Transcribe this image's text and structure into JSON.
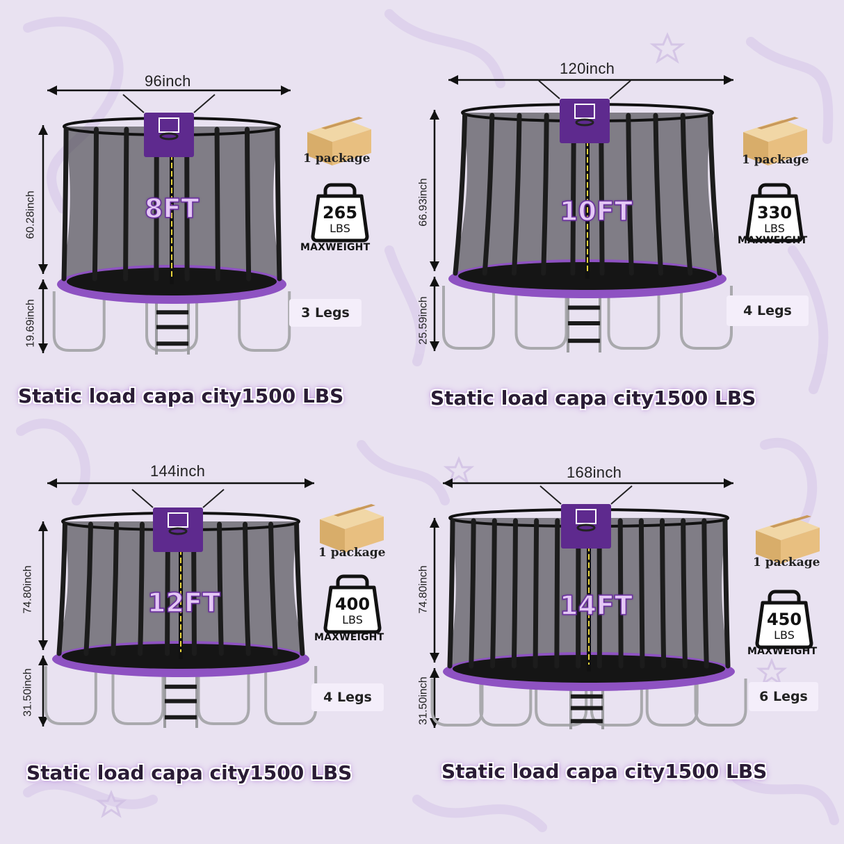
{
  "colors": {
    "background": "#e9e2f1",
    "frame_pad": "#8e52c2",
    "accent_purple": "#6a2f9e",
    "mat": "#151515",
    "box": "#e6c388"
  },
  "icons": {
    "package": "cardboard-box-icon",
    "weight": "kettlebell-weight-icon",
    "dimension": "double-arrow-icon"
  },
  "trampolines": [
    {
      "size": "8FT",
      "width": "96inch",
      "net_height": "60.28inch",
      "leg_height": "19.69inch",
      "package": "1 package",
      "max_weight_value": "265",
      "max_weight_unit": "LBS",
      "max_weight_label": "MAXWEIGHT",
      "legs": "3 Legs",
      "capacity": "Static load capa city1500 LBS"
    },
    {
      "size": "10FT",
      "width": "120inch",
      "net_height": "66.93inch",
      "leg_height": "25.59inch",
      "package": "1 package",
      "max_weight_value": "330",
      "max_weight_unit": "LBS",
      "max_weight_label": "MAXWEIGHT",
      "legs": "4 Legs",
      "capacity": "Static load capa city1500 LBS"
    },
    {
      "size": "12FT",
      "width": "144inch",
      "net_height": "74.80inch",
      "leg_height": "31.50inch",
      "package": "1 package",
      "max_weight_value": "400",
      "max_weight_unit": "LBS",
      "max_weight_label": "MAXWEIGHT",
      "legs": "4 Legs",
      "capacity": "Static load capa city1500 LBS"
    },
    {
      "size": "14FT",
      "width": "168inch",
      "net_height": "74.80inch",
      "leg_height": "31.50inch",
      "package": "1 package",
      "max_weight_value": "450",
      "max_weight_unit": "LBS",
      "max_weight_label": "MAXWEIGHT",
      "legs": "6 Legs",
      "capacity": "Static load capa city1500 LBS"
    }
  ]
}
